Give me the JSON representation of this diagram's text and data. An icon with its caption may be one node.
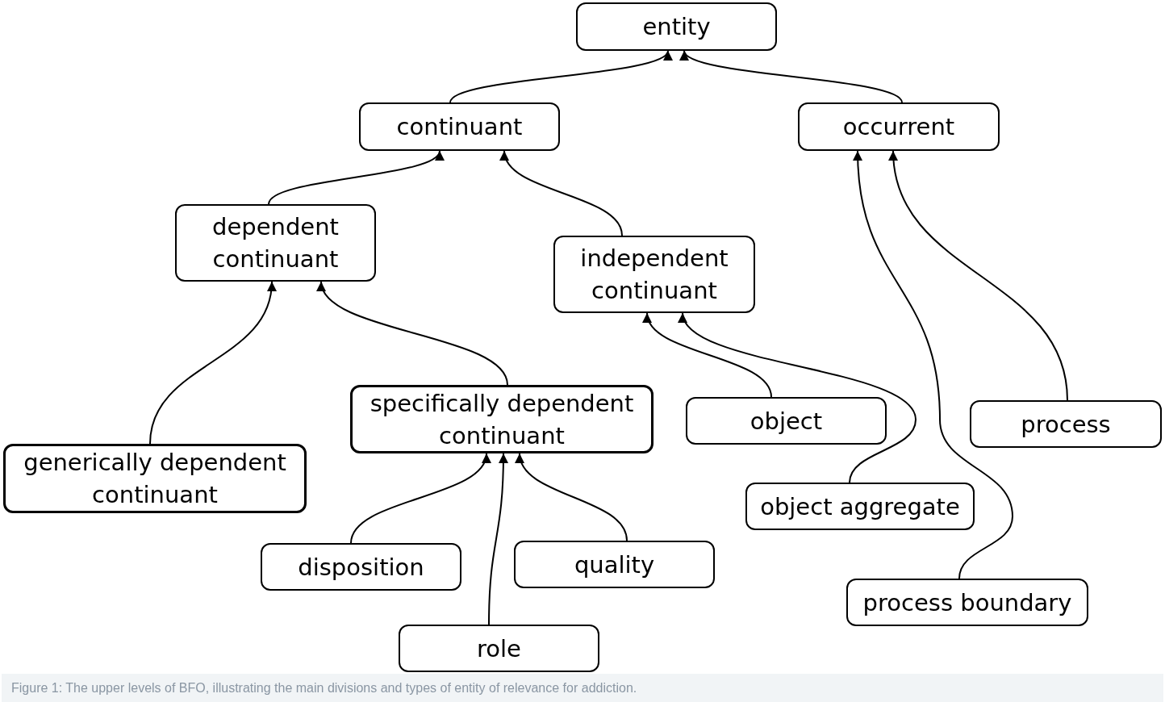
{
  "diagram": {
    "caption": "Figure 1: The upper levels of BFO, illustrating the main divisions and types of entity of relevance for addiction.",
    "nodes": [
      {
        "text": [
          "entity"
        ]
      },
      {
        "text": [
          "continuant"
        ]
      },
      {
        "text": [
          "occurrent"
        ]
      },
      {
        "text": [
          "dependent continuant"
        ]
      },
      {
        "text": [
          "independent continuant"
        ]
      },
      {
        "text": [
          "specifically dependent continuant"
        ]
      },
      {
        "text": [
          "object"
        ]
      },
      {
        "text": [
          "process"
        ]
      },
      {
        "text": [
          "generically dependent continuant"
        ]
      },
      {
        "text": [
          "object aggregate"
        ]
      },
      {
        "text": [
          "disposition"
        ]
      },
      {
        "text": [
          "quality"
        ]
      },
      {
        "text": [
          "process boundary"
        ]
      },
      {
        "text": [
          "role"
        ]
      }
    ],
    "edges": [
      {
        "from": 1,
        "to": 0,
        "arrow": "to"
      },
      {
        "from": 2,
        "to": 0,
        "arrow": "to"
      },
      {
        "from": 3,
        "to": 1,
        "arrow": "to"
      },
      {
        "from": 4,
        "to": 1,
        "arrow": "to"
      },
      {
        "from": 8,
        "to": 3,
        "arrow": "to"
      },
      {
        "from": 5,
        "to": 3,
        "arrow": "to"
      },
      {
        "from": 6,
        "to": 4,
        "arrow": "to"
      },
      {
        "from": 9,
        "to": 4,
        "arrow": "to"
      },
      {
        "from": 12,
        "to": 2,
        "arrow": "to"
      },
      {
        "from": 7,
        "to": 2,
        "arrow": "to"
      },
      {
        "from": 10,
        "to": 5,
        "arrow": "to"
      },
      {
        "from": 13,
        "to": 5,
        "arrow": "to"
      },
      {
        "from": 11,
        "to": 5,
        "arrow": "to"
      }
    ]
  }
}
